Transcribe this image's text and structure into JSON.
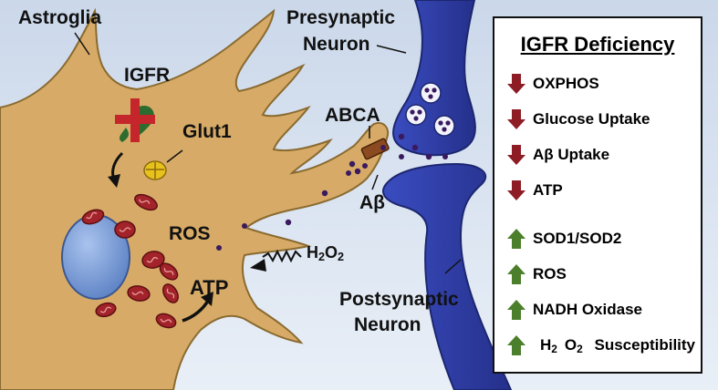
{
  "colors": {
    "background_top": "#cbd8ea",
    "background_bottom": "#e9eff7",
    "astroglia": "#d7ab67",
    "astroglia_outline": "#8a6a30",
    "neuron": "#2f3fa8",
    "neuron_dark": "#1c2770",
    "mitochondria": "#a3232a",
    "nucleus": "#6f93cf",
    "receptor_red": "#c4262b",
    "receptor_green": "#2d6b2f",
    "glut1": "#e8c21c",
    "abca": "#8b4a1f",
    "abeta_dots": "#3a1a5e",
    "arrow_down": "#8e1c24",
    "arrow_up": "#4c7f2c"
  },
  "labels": {
    "astroglia": "Astroglia",
    "igfr": "IGFR",
    "glut1": "Glut1",
    "ros": "ROS",
    "atp": "ATP",
    "h2o2_main": "H",
    "h2o2_sub1": "2",
    "h2o2_mid": "O",
    "h2o2_sub2": "2",
    "abca": "ABCA",
    "abeta": "Aβ",
    "presynaptic_line1": "Presynaptic",
    "presynaptic_line2": "Neuron",
    "postsynaptic_line1": "Postsynaptic",
    "postsynaptic_line2": "Neuron"
  },
  "panel": {
    "title": "IGFR Deficiency",
    "decreased": [
      "OXPHOS",
      "Glucose Uptake",
      "Aβ Uptake",
      "ATP"
    ],
    "increased": [
      "SOD1/SOD2",
      "ROS",
      "NADH Oxidase"
    ],
    "h2o2_item": {
      "pre": "H",
      "sub1": "2",
      "mid": "O",
      "sub2": "2",
      "post": " Susceptibility"
    }
  }
}
